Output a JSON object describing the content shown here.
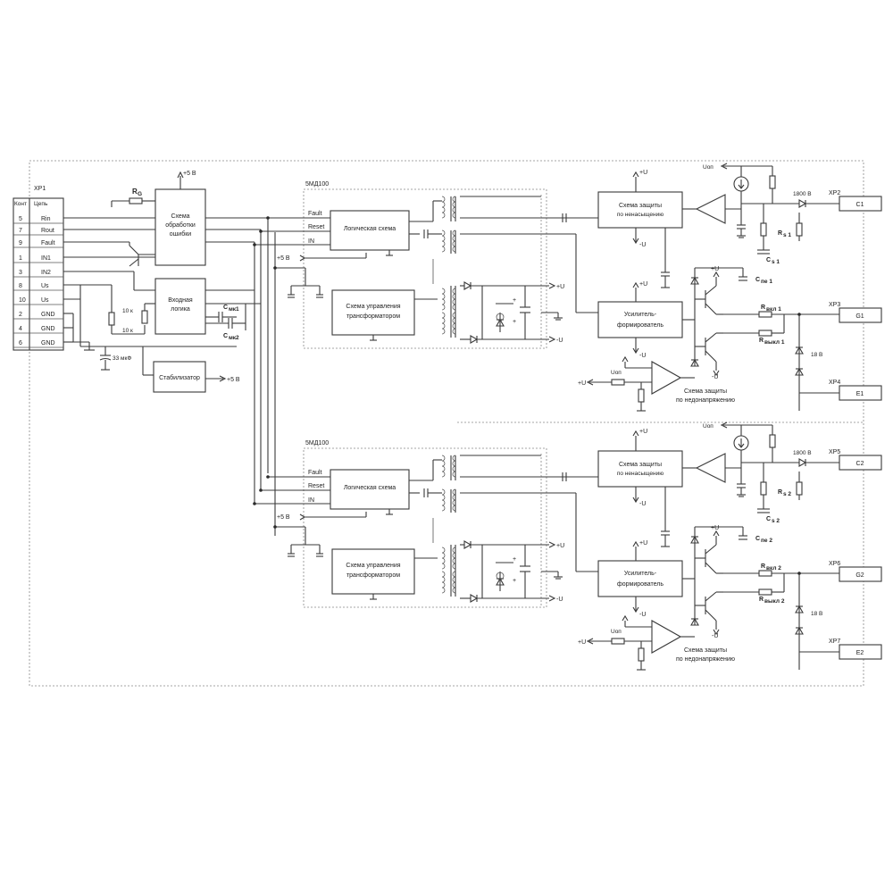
{
  "connector_xp1": {
    "name": "XP1",
    "header_pin": "Конт",
    "header_signal": "Цепь",
    "rows": [
      {
        "pin": "5",
        "signal": "Rin"
      },
      {
        "pin": "7",
        "signal": "Rout"
      },
      {
        "pin": "9",
        "signal": "Fault"
      },
      {
        "pin": "1",
        "signal": "IN1"
      },
      {
        "pin": "3",
        "signal": "IN2"
      },
      {
        "pin": "8",
        "signal": "Us"
      },
      {
        "pin": "10",
        "signal": "Us"
      },
      {
        "pin": "2",
        "signal": "GND"
      },
      {
        "pin": "4",
        "signal": "GND"
      },
      {
        "pin": "6",
        "signal": "GND"
      }
    ]
  },
  "common": {
    "plus5v": "+5 В",
    "rg": "R",
    "rg_sub": "G",
    "error_block": [
      "Схема",
      "обработки",
      "ошибки"
    ],
    "input_block": [
      "Входная",
      "логика"
    ],
    "stabilizer": "Стабилизатор",
    "stab_out": "+5 В",
    "cap_main": "33 мкФ",
    "res_10k_a": "10 к",
    "res_10k_b": "10 к",
    "cmk1": "C",
    "cmk1_sub": "мк1",
    "cmk2": "C",
    "cmk2_sub": "мк2"
  },
  "channels": [
    {
      "module": "5МД100",
      "pin_fault": "Fault",
      "pin_reset": "Reset",
      "pin_in": "IN",
      "plus5": "+5 В",
      "logic": "Логическая схема",
      "transformer_ctrl": [
        "Схема управления",
        "трансформатором"
      ],
      "plus_u": "+U",
      "minus_u": "-U",
      "desat": [
        "Схема защиты",
        "по ненасыщению"
      ],
      "amp": [
        "Усилитель-",
        "формирователь"
      ],
      "uvlo": [
        "Схема защиты",
        "по недонапряжению"
      ],
      "uop": "Uоп",
      "diode_hv": "1800 В",
      "rs_label": "R",
      "rs_sub": "s 1",
      "cs_label": "C",
      "cs_sub": "s 1",
      "cpe_label": "C",
      "cpe_sub": "пе 1",
      "ron_label": "R",
      "ron_sub": "вкл 1",
      "roff_label": "R",
      "roff_sub": "выкл 1",
      "zener": "18 В",
      "xp_c": "XP2",
      "term_c": "C1",
      "xp_g": "XP3",
      "term_g": "G1",
      "xp_e": "XP4",
      "term_e": "E1"
    },
    {
      "module": "5МД100",
      "pin_fault": "Fault",
      "pin_reset": "Reset",
      "pin_in": "IN",
      "plus5": "+5 В",
      "logic": "Логическая схема",
      "transformer_ctrl": [
        "Схема управления",
        "трансформатором"
      ],
      "plus_u": "+U",
      "minus_u": "-U",
      "desat": [
        "Схема защиты",
        "по ненасыщению"
      ],
      "amp": [
        "Усилитель-",
        "формирователь"
      ],
      "uvlo": [
        "Схема защиты",
        "по недонапряжению"
      ],
      "uop": "Uоп",
      "diode_hv": "1800 В",
      "rs_label": "R",
      "rs_sub": "s 2",
      "cs_label": "C",
      "cs_sub": "s 2",
      "cpe_label": "C",
      "cpe_sub": "пе 2",
      "ron_label": "R",
      "ron_sub": "вкл 2",
      "roff_label": "R",
      "roff_sub": "выкл 2",
      "zener": "18 В",
      "xp_c": "XP5",
      "term_c": "C2",
      "xp_g": "XP6",
      "term_g": "G2",
      "xp_e": "XP7",
      "term_e": "E2"
    }
  ]
}
